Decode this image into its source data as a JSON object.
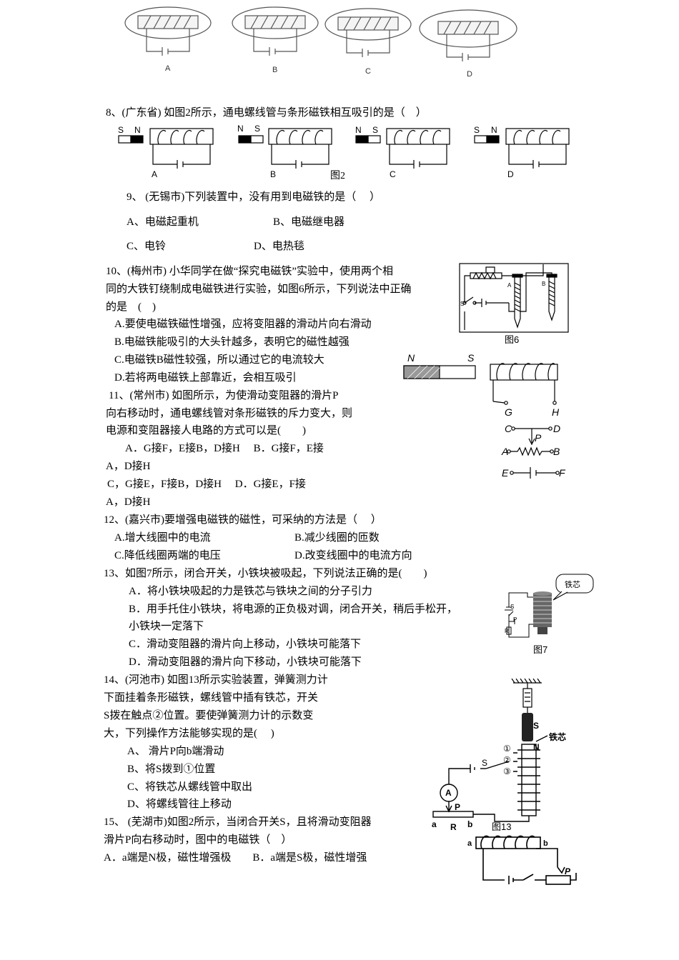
{
  "top_figure": {
    "labels": [
      "A",
      "B",
      "C",
      "D"
    ]
  },
  "q8": {
    "text": "8、(广东省) 如图2所示，通电螺线管与条形磁铁相互吸引的是（　）",
    "fig_caption": "图2",
    "options": [
      {
        "label": "A",
        "left": "S",
        "right": "N"
      },
      {
        "label": "B",
        "left": "N",
        "right": "S"
      },
      {
        "label": "C",
        "left": "N",
        "right": "S"
      },
      {
        "label": "D",
        "left": "S",
        "right": "N"
      }
    ]
  },
  "q9": {
    "text": "9、 (无锡市)下列装置中，没有用到电磁铁的是（　 ）",
    "a": "A、电磁起重机",
    "b": "B、电磁继电器",
    "c": "C、电铃",
    "d": "D、电热毯"
  },
  "q10": {
    "line1": "10、(梅州市) 小华同学在做“探究电磁铁”实验中，使用两个相",
    "line2": "同的大铁钉绕制成电磁铁进行实验，如图6所示，下列说法中正确",
    "line3": "的是　(　)",
    "a": "A.要使电磁铁磁性增强，应将变阻器的滑动片向右滑动",
    "b": "B.电磁铁能吸引的大头针越多，表明它的磁性越强",
    "c": "C.电磁铁B磁性较强，所以通过它的电流较大",
    "d": "D.若将两电磁铁上部靠近，会相互吸引",
    "fig_caption": "图6",
    "fig_labels": {
      "s": "S",
      "a": "A",
      "b": "B"
    }
  },
  "q11": {
    "line1": "11、(常州市) 如图所示，为使滑动变阻器的滑片P",
    "line2": "向右移动时，通电螺线管对条形磁铁的斥力变大，则",
    "line3": "电源和变阻器接人电路的方式可以是(　　)",
    "ab_line": "A．G接F，E接B，D接H　 B．G接F，E接",
    "ab_cont": "A，D接H",
    "cd_line": "C，G接E，F接B，D接H　 D．G接E，F接",
    "cd_cont": "A，D接H",
    "fig_labels": {
      "n": "N",
      "s": "S",
      "g": "G",
      "h": "H",
      "c": "C",
      "d": "D",
      "p": "P",
      "a": "A",
      "b": "B",
      "e": "E",
      "f": "F"
    }
  },
  "q12": {
    "text": "12、(嘉兴市)要增强电磁铁的磁性，可采纳的方法是（　 ）",
    "a": "A.增大线圈中的电流",
    "b": "B.减少线圈的匝数",
    "c": "C.降低线圈两端的电压",
    "d": "D.改变线圈中的电流方向"
  },
  "q13": {
    "text": "13、如图7所示，闭合开关，小铁块被吸起，下列说法正确的是(　　)",
    "a": "A．将小铁块吸起的力是铁芯与铁块之间的分子引力",
    "b": "B．用手托住小铁块，将电源的正负极对调，闭合开关，稍后手松开，",
    "b_cont": "小铁块一定落下",
    "c": "C．滑动变阻器的滑片向上移动，小铁块可能落下",
    "d": "D．滑动变阻器的滑片向下移动，小铁块可能落下",
    "fig_caption": "图7",
    "callout": "铁芯",
    "fig_labels": {
      "s": "S",
      "p": "P",
      "r": "R"
    }
  },
  "q14": {
    "line1": "14、(河池市) 如图13所示实验装置，弹簧测力计",
    "line2": "下面挂着条形磁铁，螺线管中插有铁芯，开关",
    "line3": "S拨在触点②位置。要使弹簧测力计的示数变",
    "line4": "大，下列操作方法能够实现的是(　 )",
    "a": "A、 滑片P向b端滑动",
    "b": "B、将S拨到①位置",
    "c": "C、将铁芯从螺线管中取出",
    "d": "D、将螺线管往上移动",
    "fig_caption": "图13",
    "fig_labels": {
      "s": "S",
      "n": "N",
      "core": "铁芯",
      "c1": "①",
      "c2": "②",
      "c3": "③",
      "sw": "S",
      "ammeter": "A",
      "p": "P",
      "a": "a",
      "r": "R",
      "b": "b"
    }
  },
  "q15": {
    "line1": "15、 (芜湖市)如图2所示，当闭合开关S，且将滑动变阻器",
    "line2": "滑片P向右移动时，图中的电磁铁（　）",
    "ab": "A．a端是N极，磁性增强极　　B．a端是S极，磁性增强",
    "fig_labels": {
      "a": "a",
      "b": "b",
      "p": "P"
    }
  }
}
